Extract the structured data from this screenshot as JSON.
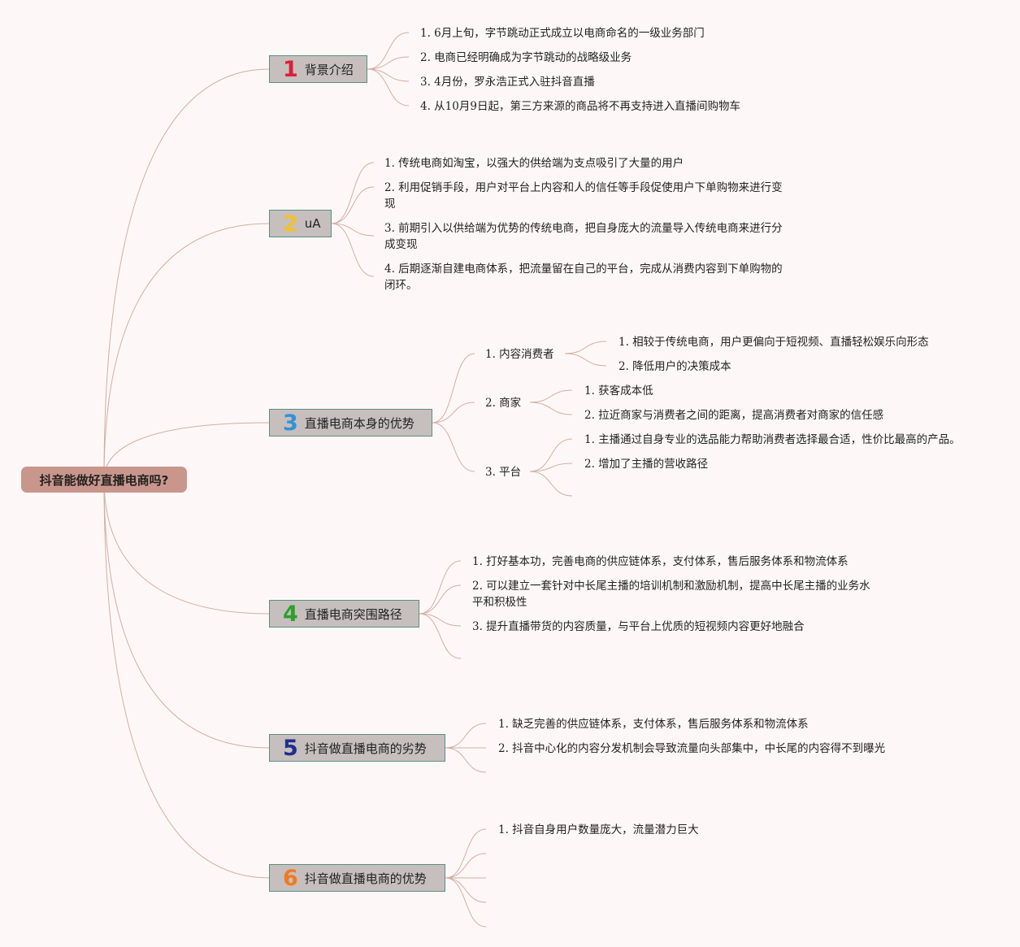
{
  "root": {
    "title": "抖音能做好直播电商吗?"
  },
  "branches": [
    {
      "num": "1",
      "num_color": "#d91f3a",
      "label": "背景介绍",
      "items": [
        "1. 6月上旬，字节跳动正式成立以电商命名的一级业务部门",
        "2. 电商已经明确成为字节跳动的战略级业务",
        "3. 4月份，罗永浩正式入驻抖音直播",
        "4. 从10月9日起，第三方来源的商品将不再支持进入直播间购物车"
      ]
    },
    {
      "num": "2",
      "num_color": "#f2c12e",
      "label": "uA",
      "items": [
        "1. 传统电商如淘宝，以强大的供给端为支点吸引了大量的用户",
        "2. 利用促销手段，用户对平台上内容和人的信任等手段促使用户下单购物来进行变现",
        "3. 前期引入以供给端为优势的传统电商，把自身庞大的流量导入传统电商来进行分成变现",
        "4. 后期逐渐自建电商体系，把流量留在自己的平台，完成从消费内容到下单购物的闭环。"
      ]
    },
    {
      "num": "3",
      "num_color": "#2f93d6",
      "label": "直播电商本身的优势",
      "subs": [
        {
          "label": "1. 内容消费者",
          "items": [
            "1. 相较于传统电商，用户更偏向于短视频、直播轻松娱乐向形态",
            "2. 降低用户的决策成本"
          ]
        },
        {
          "label": "2. 商家",
          "items": [
            "1. 获客成本低",
            "2. 拉近商家与消费者之间的距离，提高消费者对商家的信任感"
          ]
        },
        {
          "label": "3. 平台",
          "items": [
            "1. 主播通过自身专业的选品能力帮助消费者选择最合适，性价比最高的产品。",
            "2. 增加了主播的营收路径"
          ]
        }
      ]
    },
    {
      "num": "4",
      "num_color": "#2ca02c",
      "label": "直播电商突围路径",
      "items": [
        "1. 打好基本功，完善电商的供应链体系，支付体系，售后服务体系和物流体系",
        "2. 可以建立一套针对中长尾主播的培训机制和激励机制，提高中长尾主播的业务水平和积极性",
        "3. 提升直播带货的内容质量，与平台上优质的短视频内容更好地融合"
      ]
    },
    {
      "num": "5",
      "num_color": "#1e2f8c",
      "label": "抖音做直播电商的劣势",
      "items": [
        "1. 缺乏完善的供应链体系，支付体系，售后服务体系和物流体系",
        "2. 抖音中心化的内容分发机制会导致流量向头部集中，中长尾的内容得不到曝光"
      ]
    },
    {
      "num": "6",
      "num_color": "#f07a1e",
      "label": "抖音做直播电商的优势",
      "items": [
        "1. 抖音自身用户数量庞大，流量潜力巨大"
      ]
    }
  ],
  "colors": {
    "line": "#d2ada4",
    "root_fill": "#c9968c",
    "branch_fill": "#c6bfbd",
    "branch_border": "#5c8f82"
  }
}
